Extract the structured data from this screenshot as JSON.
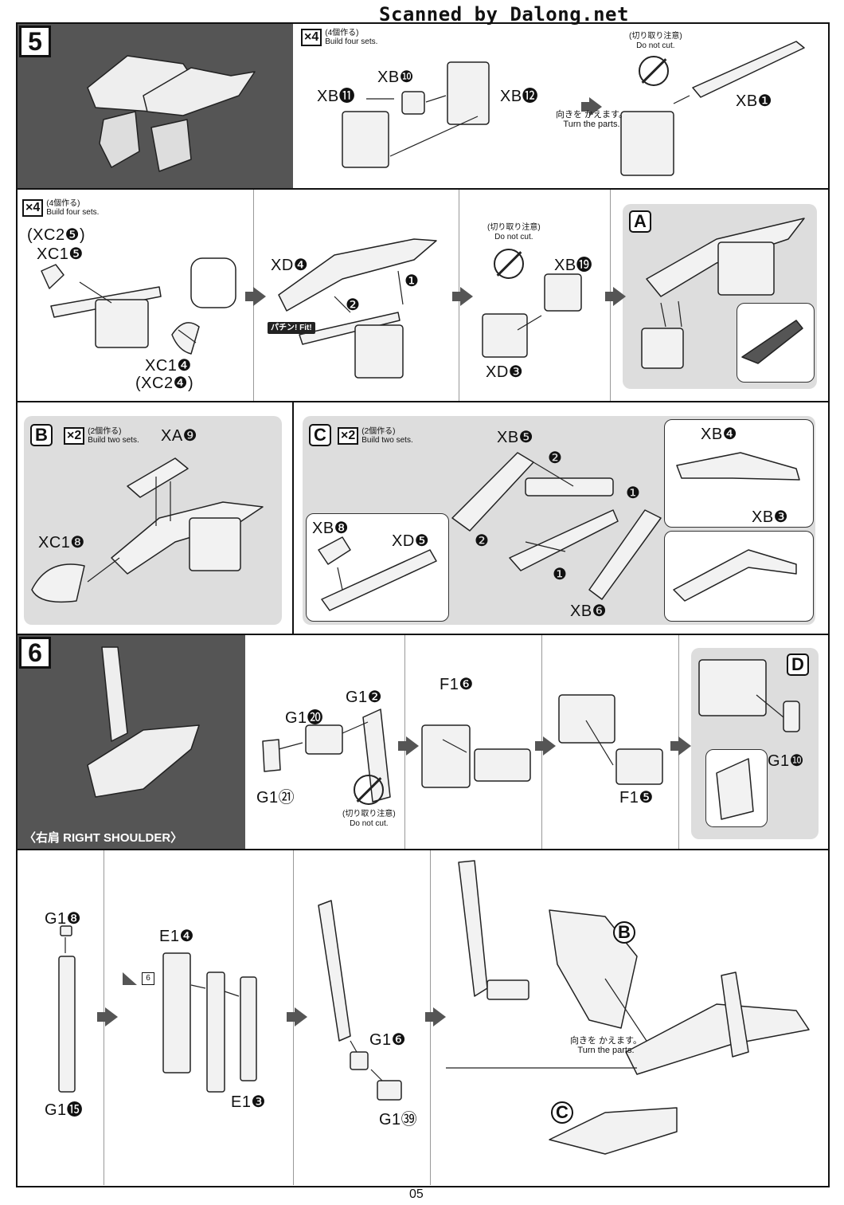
{
  "watermark": "Scanned by Dalong.net",
  "page_number": "05",
  "colors": {
    "dark_panel": "#555555",
    "gray_panel": "#dddddd",
    "ink": "#111111"
  },
  "step5": {
    "number": "5",
    "build_four": {
      "count": "×4",
      "jp": "(4個作る)",
      "en": "Build four sets."
    },
    "build_two": {
      "count": "×2",
      "jp": "(2個作る)",
      "en": "Build two sets."
    },
    "do_not_cut": {
      "jp": "(切り取り注意)",
      "en": "Do not cut."
    },
    "turn_parts": {
      "jp": "向きを かえます。",
      "en": "Turn the parts."
    },
    "fit": "パチン! Fit!",
    "sub_a": "A",
    "sub_b": "B",
    "sub_c": "C",
    "parts": {
      "xb11": "XB⓫",
      "xb10": "XB❿",
      "xb12": "XB⓬",
      "xb1": "XB❶",
      "xc25": "(XC2❺)",
      "xc15": "XC1❺",
      "xc14": "XC1❹",
      "xc24": "(XC2❹)",
      "xd4": "XD❹",
      "xb19": "XB⓳",
      "xd3": "XD❸",
      "xa9": "XA❾",
      "xc18": "XC1❽",
      "xb5": "XB❺",
      "xb4": "XB❹",
      "xb3": "XB❸",
      "xb8": "XB❽",
      "xd5": "XD❺",
      "xb6": "XB❻"
    }
  },
  "step6": {
    "number": "6",
    "title": "〈右肩 RIGHT SHOULDER〉",
    "sub_d": "D",
    "sub_b": "B",
    "sub_c": "C",
    "marker_num": "6",
    "parts": {
      "g120": "G1⓴",
      "g12": "G1❷",
      "g121": "G1㉑",
      "f16": "F1❻",
      "f15": "F1❺",
      "g110": "G1❿",
      "g18": "G1❽",
      "g115": "G1⓯",
      "e14": "E1❹",
      "e13": "E1❸",
      "g16": "G1❻",
      "g139": "G1㊴"
    }
  },
  "step_markers": {
    "one": "❶",
    "two": "❷"
  }
}
